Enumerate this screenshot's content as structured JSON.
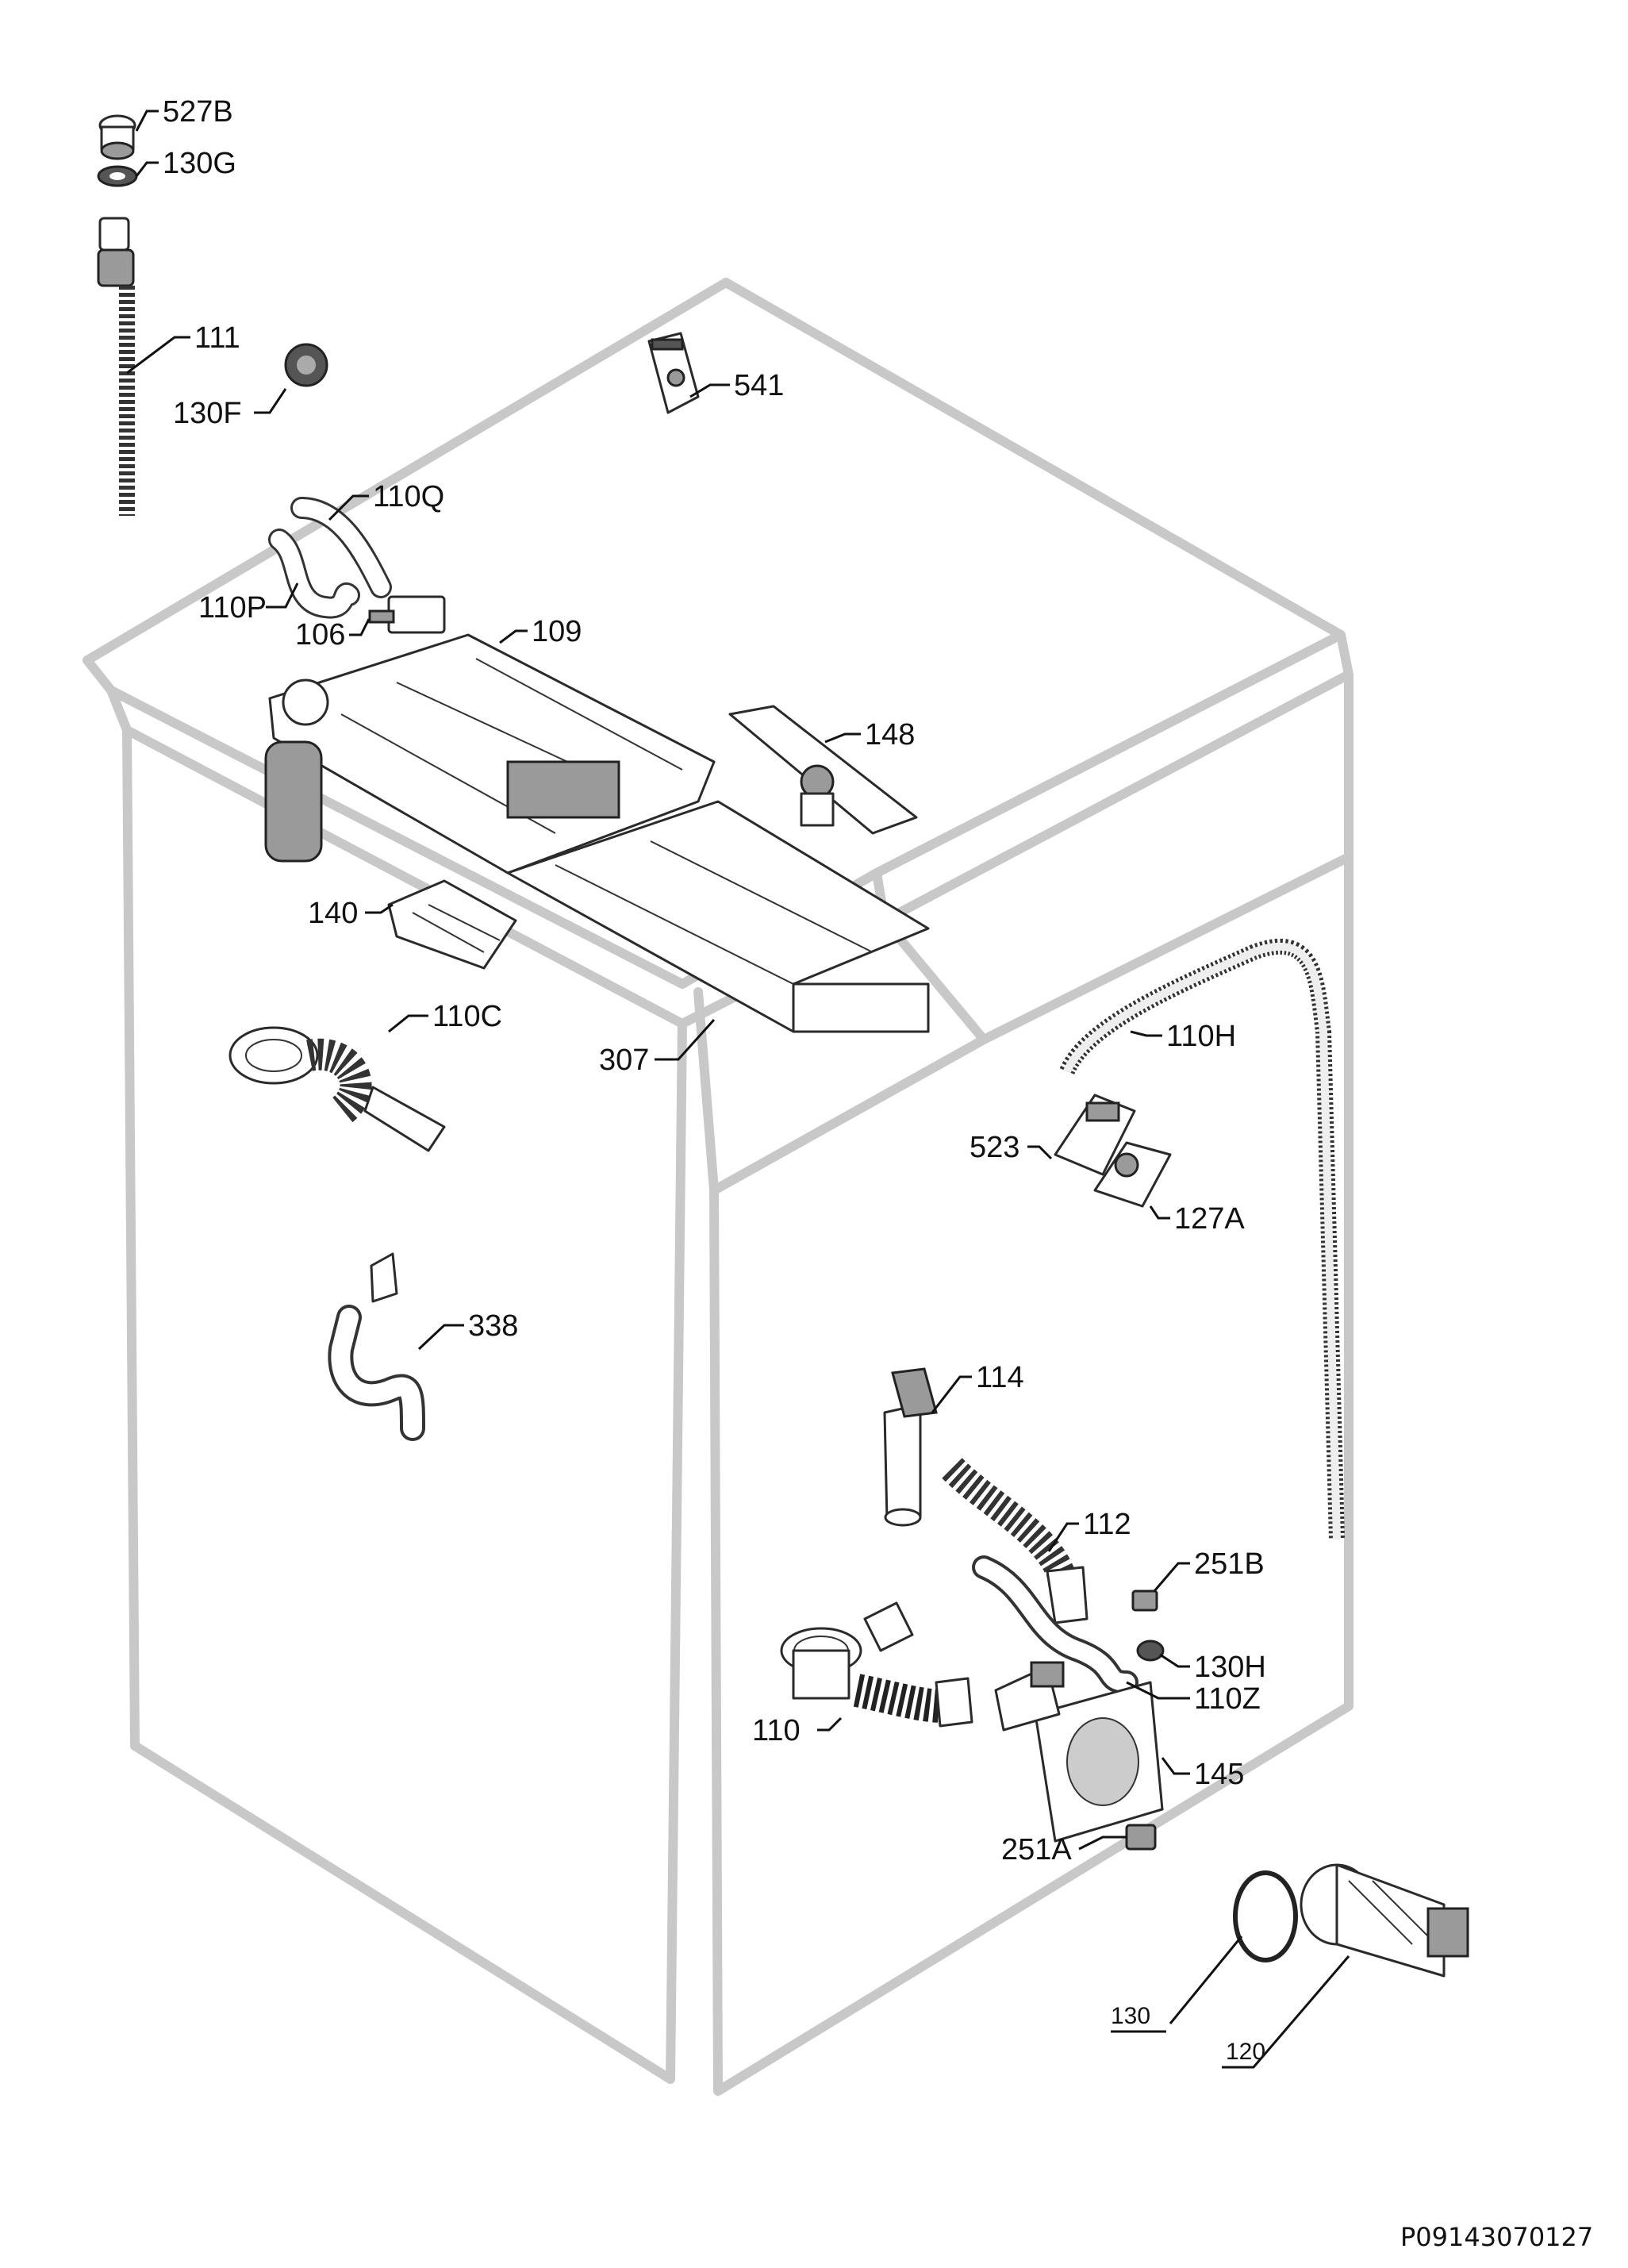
{
  "diagram": {
    "reference_code": "P09143070127",
    "callouts": [
      {
        "id": "527B",
        "label": "527B"
      },
      {
        "id": "130G",
        "label": "130G"
      },
      {
        "id": "111",
        "label": "111"
      },
      {
        "id": "130F",
        "label": "130F"
      },
      {
        "id": "541",
        "label": "541"
      },
      {
        "id": "110Q",
        "label": "110Q"
      },
      {
        "id": "110P",
        "label": "110P"
      },
      {
        "id": "106",
        "label": "106"
      },
      {
        "id": "109",
        "label": "109"
      },
      {
        "id": "148",
        "label": "148"
      },
      {
        "id": "140",
        "label": "140"
      },
      {
        "id": "110C",
        "label": "110C"
      },
      {
        "id": "307",
        "label": "307"
      },
      {
        "id": "110H",
        "label": "110H"
      },
      {
        "id": "523",
        "label": "523"
      },
      {
        "id": "127A",
        "label": "127A"
      },
      {
        "id": "338",
        "label": "338"
      },
      {
        "id": "114",
        "label": "114"
      },
      {
        "id": "112",
        "label": "112"
      },
      {
        "id": "251B",
        "label": "251B"
      },
      {
        "id": "130H",
        "label": "130H"
      },
      {
        "id": "110Z",
        "label": "110Z"
      },
      {
        "id": "110",
        "label": "110"
      },
      {
        "id": "145",
        "label": "145"
      },
      {
        "id": "251A",
        "label": "251A"
      },
      {
        "id": "130",
        "label": "130"
      },
      {
        "id": "120",
        "label": "120"
      }
    ]
  }
}
